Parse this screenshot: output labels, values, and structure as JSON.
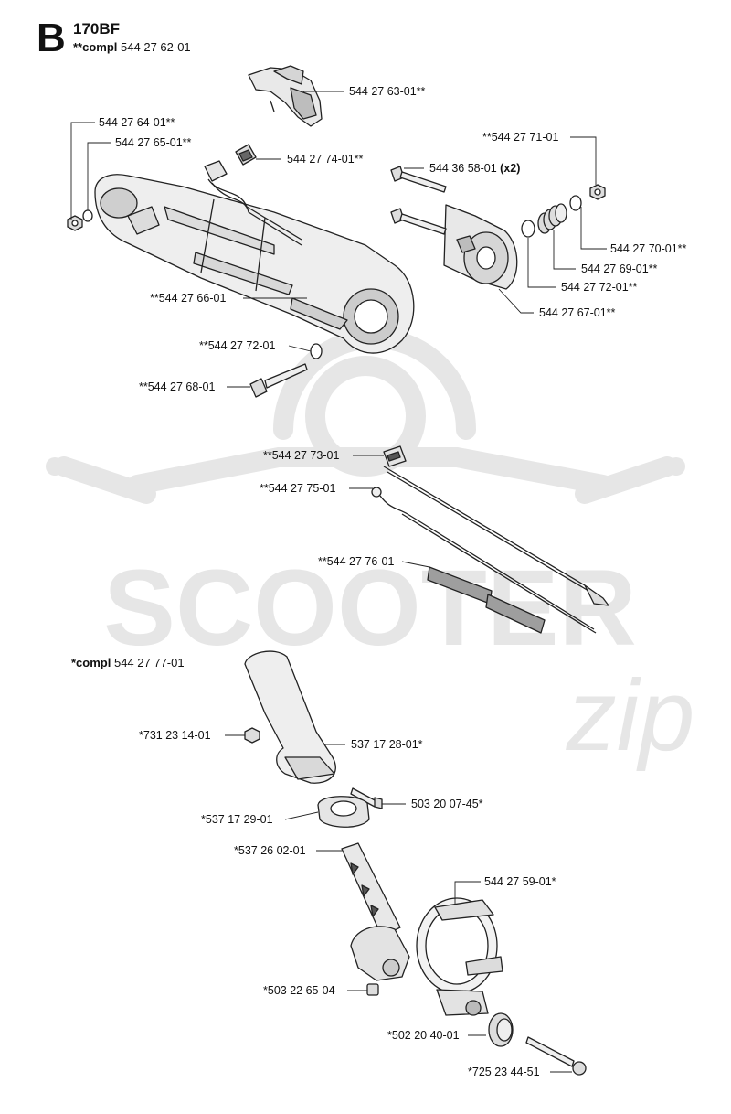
{
  "header": {
    "section_letter": "B",
    "model": "170BF",
    "compl_prefix": "**compl",
    "compl_number": "544 27 62-01"
  },
  "group2": {
    "compl_prefix": "*compl",
    "compl_number": "544 27 77-01"
  },
  "watermark": {
    "brand": "SCOOTER",
    "script": "zip"
  },
  "colors": {
    "line": "#222222",
    "watermark": "#e6e6e6"
  },
  "callouts": [
    {
      "id": "c1",
      "text": "544 27 63-01**"
    },
    {
      "id": "c2",
      "text": "544 27 64-01**"
    },
    {
      "id": "c3",
      "text": "544 27 65-01**"
    },
    {
      "id": "c4",
      "text": "544 27 74-01**"
    },
    {
      "id": "c5",
      "text": "**544 27 71-01"
    },
    {
      "id": "c6",
      "text": "544 36 58-01",
      "suffix": "(x2)"
    },
    {
      "id": "c7",
      "text": "544 27 70-01**"
    },
    {
      "id": "c8",
      "text": "544 27 69-01**"
    },
    {
      "id": "c9",
      "text": "544 27 72-01**"
    },
    {
      "id": "c10",
      "text": "544 27 67-01**"
    },
    {
      "id": "c11",
      "text": "**544 27 66-01"
    },
    {
      "id": "c12",
      "text": "**544 27 72-01"
    },
    {
      "id": "c13",
      "text": "**544 27 68-01"
    },
    {
      "id": "c14",
      "text": "**544 27 73-01"
    },
    {
      "id": "c15",
      "text": "**544 27 75-01"
    },
    {
      "id": "c16",
      "text": "**544 27 76-01"
    },
    {
      "id": "c17",
      "text": "*731 23 14-01"
    },
    {
      "id": "c18",
      "text": "537 17 28-01*"
    },
    {
      "id": "c19",
      "text": "503 20 07-45*"
    },
    {
      "id": "c20",
      "text": "*537 17 29-01"
    },
    {
      "id": "c21",
      "text": "*537 26 02-01"
    },
    {
      "id": "c22",
      "text": "544 27 59-01*"
    },
    {
      "id": "c23",
      "text": "*503 22 65-04"
    },
    {
      "id": "c24",
      "text": "*502 20 40-01"
    },
    {
      "id": "c25",
      "text": "*725 23 44-51"
    }
  ]
}
